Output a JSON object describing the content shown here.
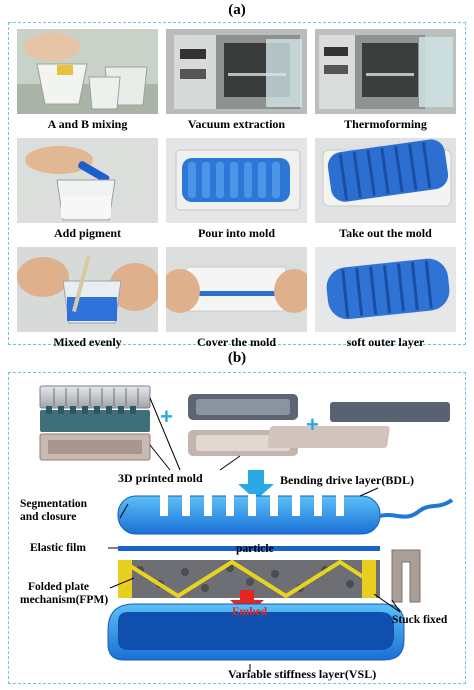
{
  "panel_a": {
    "label": "(a)",
    "steps": [
      {
        "caption": "A and B mixing"
      },
      {
        "caption": "Vacuum extraction"
      },
      {
        "caption": "Thermoforming"
      },
      {
        "caption": "Add pigment"
      },
      {
        "caption": "Pour into mold"
      },
      {
        "caption": "Take out the mold"
      },
      {
        "caption": "Mixed evenly"
      },
      {
        "caption": "Cover the mold"
      },
      {
        "caption": "soft outer layer"
      }
    ]
  },
  "panel_b": {
    "label": "(b)",
    "labels": {
      "mold": "3D printed mold",
      "bdl": "Bending drive layer(BDL)",
      "segmentation": "Segmentation",
      "closure": "and closure",
      "elastic_film": "Elastic film",
      "particle": "particle",
      "fpm_1": "Folded plate",
      "fpm_2": "mechanism(FPM)",
      "embed": "Embed",
      "stuck": "Stuck fixed",
      "vsl": "Variable stiffness layer(VSL)"
    },
    "plus_symbol": "+",
    "colors": {
      "accent": "#29a9e6",
      "soft_blue": "#2b78d6",
      "embed_red": "#e8251f"
    }
  }
}
